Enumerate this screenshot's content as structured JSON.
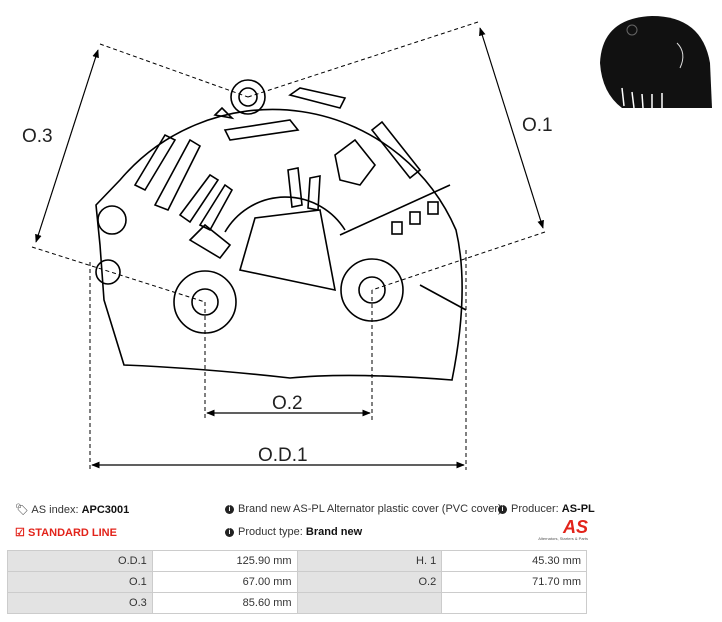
{
  "drawing": {
    "labels": {
      "od1": "O.D.1",
      "o1": "O.1",
      "o2": "O.2",
      "o3": "O.3"
    }
  },
  "info": {
    "as_index_label": "AS index:",
    "as_index_value": "APC3001",
    "line": "STANDARD LINE",
    "description": "Brand new AS-PL Alternator plastic cover (PVC cover)",
    "product_type_label": "Product type:",
    "product_type_value": "Brand new",
    "producer_label": "Producer:",
    "producer_value": "AS-PL",
    "logo_text": "AS",
    "logo_tagline": "Alternators, Starters & Parts"
  },
  "table": {
    "rows": [
      [
        "O.D.1",
        "125.90 mm",
        "H. 1",
        "45.30 mm"
      ],
      [
        "O.1",
        "67.00 mm",
        "O.2",
        "71.70 mm"
      ],
      [
        "O.3",
        "85.60 mm",
        "",
        ""
      ]
    ]
  },
  "colors": {
    "accent": "#e2231a"
  }
}
